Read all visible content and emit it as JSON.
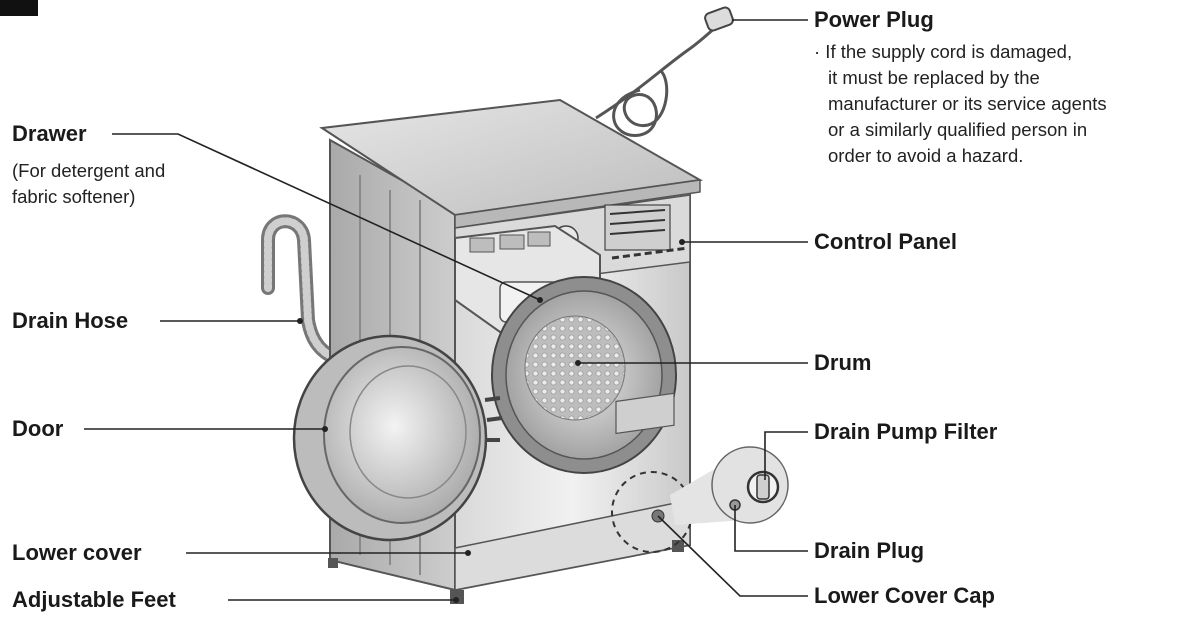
{
  "labels": {
    "power_plug": "Power Plug",
    "drawer": "Drawer",
    "control_panel": "Control Panel",
    "drain_hose": "Drain Hose",
    "drum": "Drum",
    "door": "Door",
    "drain_pump_filter": "Drain Pump Filter",
    "lower_cover": "Lower cover",
    "drain_plug": "Drain Plug",
    "adjustable_feet": "Adjustable Feet",
    "lower_cover_cap": "Lower Cover Cap"
  },
  "notes": {
    "drawer_line1": "(For detergent and",
    "drawer_line2": "fabric softener)",
    "plug_line1": "· If the supply cord is damaged,",
    "plug_line2": "it must be replaced by the",
    "plug_line3": "manufacturer or its service agents",
    "plug_line4": "or a similarly qualified person in",
    "plug_line5": "order to avoid a hazard."
  }
}
